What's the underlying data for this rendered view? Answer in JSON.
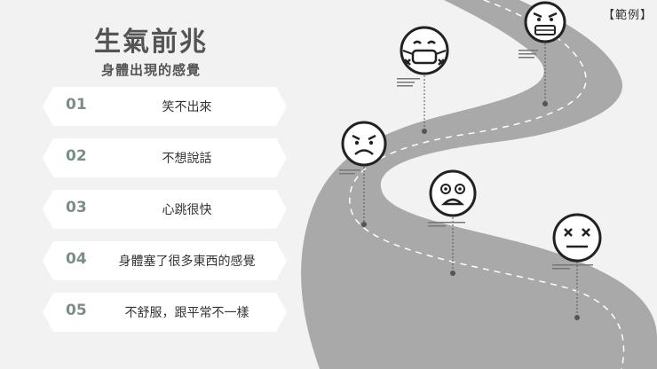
{
  "title": "生氣前兆",
  "subtitle": "身體出現的感覺",
  "tag": "【範例】",
  "symptoms": [
    {
      "num": "01",
      "label": "笑不出來"
    },
    {
      "num": "02",
      "label": "不想說話"
    },
    {
      "num": "03",
      "label": "心跳很快"
    },
    {
      "num": "04",
      "label": "身體塞了很多東西的感覺"
    },
    {
      "num": "05",
      "label": "不舒服，跟平常不一樣"
    }
  ],
  "faces": [
    {
      "icon": "angry-face-icon",
      "name": "frown"
    },
    {
      "icon": "sick-face-icon",
      "name": "sick"
    },
    {
      "icon": "furious-face-icon",
      "name": "furious"
    },
    {
      "icon": "dizzy-face-icon",
      "name": "dizzy"
    },
    {
      "icon": "dead-face-icon",
      "name": "dead"
    }
  ],
  "colors": {
    "road": "#a9a9a9",
    "text": "#545454",
    "accent": "#7b8e85"
  }
}
